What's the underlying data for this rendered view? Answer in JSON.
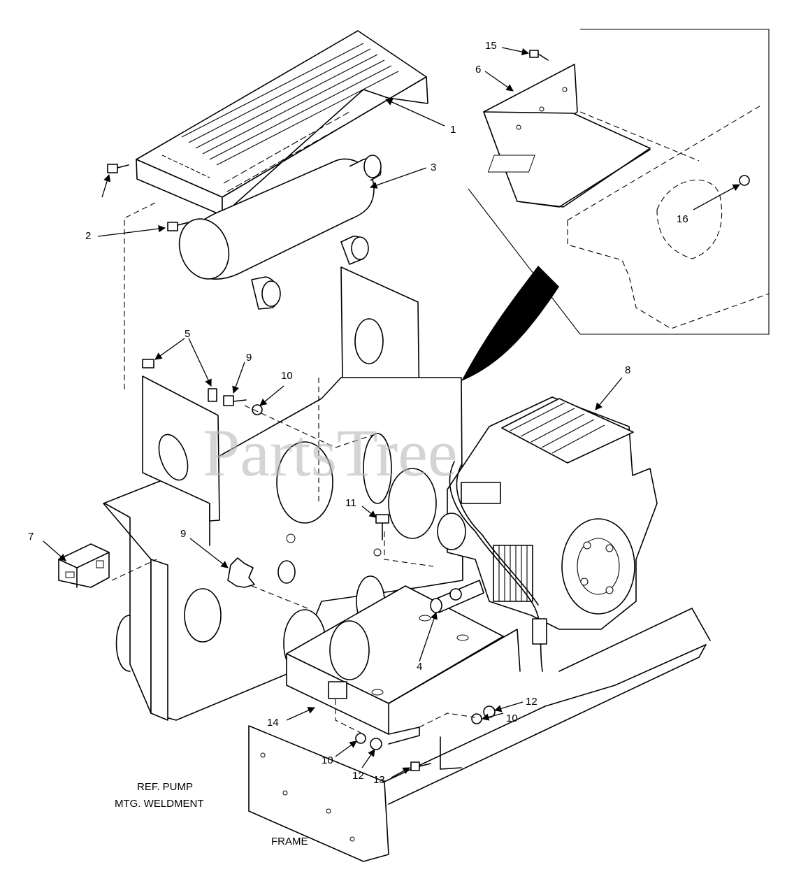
{
  "watermark": "PartsTree",
  "callouts": {
    "c1": "1",
    "c2": "2",
    "c3": "3",
    "c4": "4",
    "c5": "5",
    "c6": "6",
    "c7": "7",
    "c8": "8",
    "c9a": "9",
    "c9b": "9",
    "c10a": "10",
    "c10b": "10",
    "c10c": "10",
    "c11": "11",
    "c12a": "12",
    "c12b": "12",
    "c13": "13",
    "c14": "14",
    "c15": "15",
    "c16": "16"
  },
  "notes": {
    "ref_line1": "REF. PUMP",
    "ref_line2": "MTG. WELDMENT",
    "frame": "FRAME"
  }
}
